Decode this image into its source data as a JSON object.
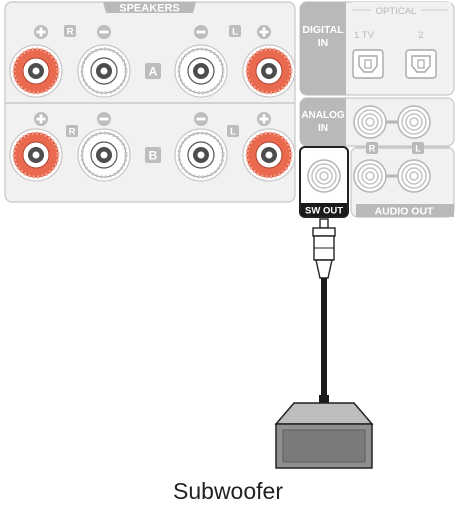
{
  "speakers": {
    "title": "SPEAKERS",
    "row_a_letter": "A",
    "row_b_letter": "B",
    "right_channel": "R",
    "left_channel": "L"
  },
  "digital_in": {
    "label_line1": "DIGITAL",
    "label_line2": "IN",
    "optical_title": "OPTICAL",
    "port1_label": "1 TV",
    "port2_label": "2"
  },
  "analog_in": {
    "label_line1": "ANALOG",
    "label_line2": "IN",
    "right_channel": "R",
    "left_channel": "L"
  },
  "subwoofer_out": {
    "label": "SW OUT"
  },
  "audio_out": {
    "label": "AUDIO OUT"
  },
  "device": {
    "name": "Subwoofer"
  },
  "colors": {
    "panel_fill": "#f1f1f1",
    "panel_stroke": "#c8c8c8",
    "label_gray": "#b9b9b9",
    "terminal_red": "#e96a4e",
    "cable": "#1a1a1a"
  }
}
